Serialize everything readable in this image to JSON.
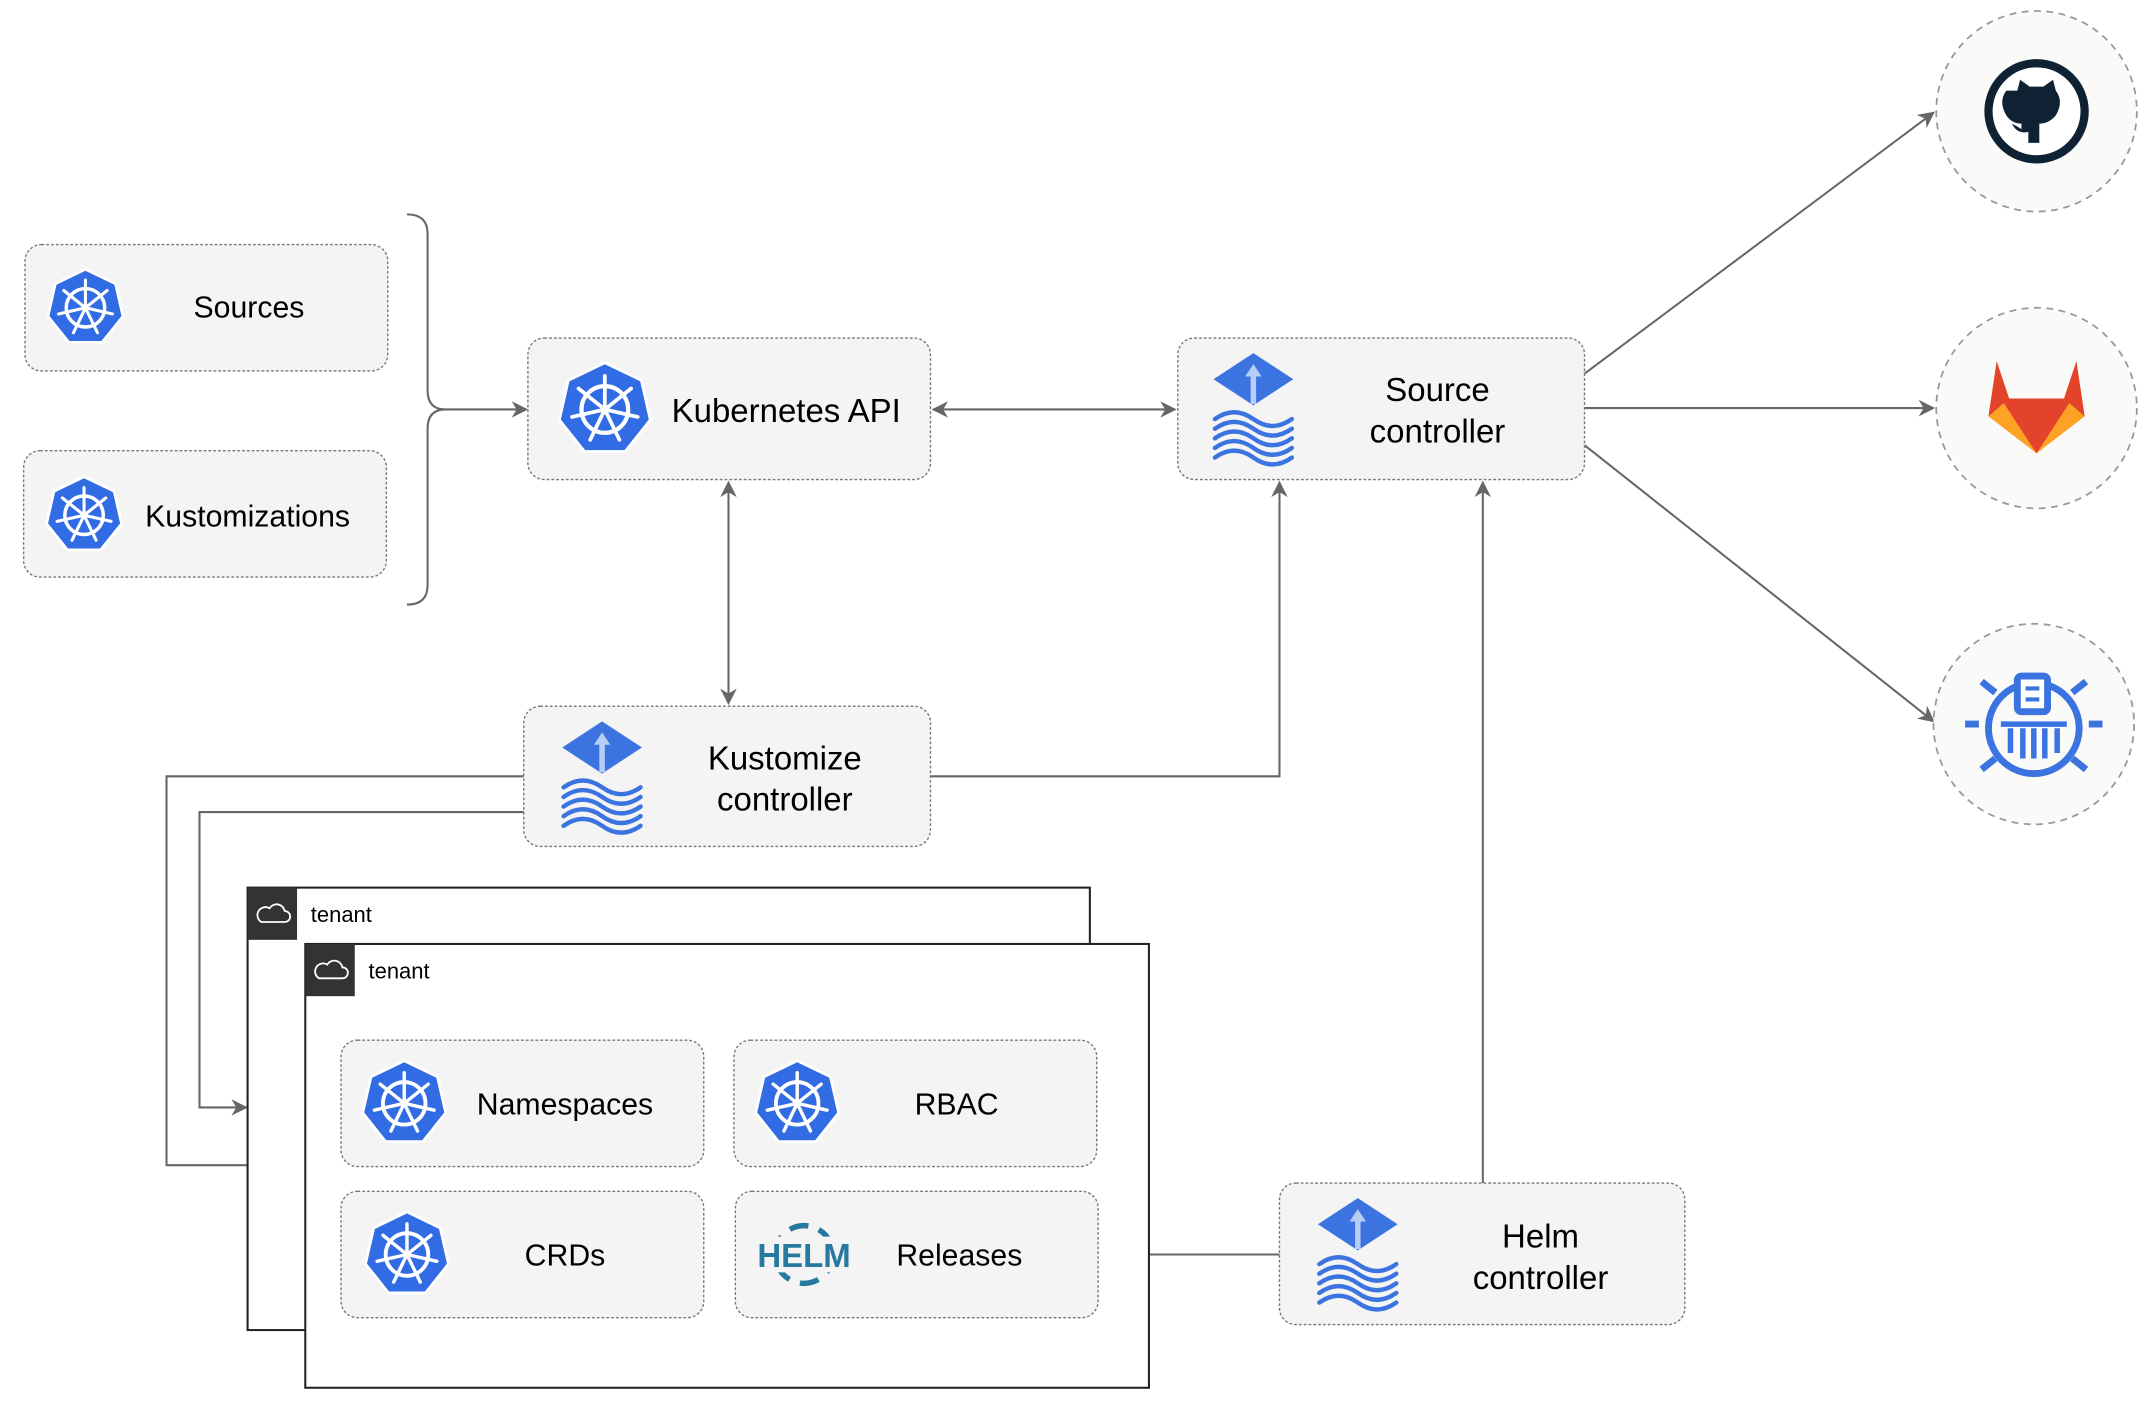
{
  "nodes": {
    "sources": "Sources",
    "kustomizations": "Kustomizations",
    "kubernetes_api": "Kubernetes API",
    "source_controller": [
      "Source",
      "controller"
    ],
    "kustomize_controller": [
      "Kustomize",
      "controller"
    ],
    "helm_controller": [
      "Helm",
      "controller"
    ],
    "namespaces": "Namespaces",
    "rbac": "RBAC",
    "crds": "CRDs",
    "releases": "Releases",
    "helm_logo_text": "HELM"
  },
  "tenants": [
    "tenant",
    "tenant"
  ],
  "external_sources": [
    {
      "name": "github-icon",
      "color": "#0f2233"
    },
    {
      "name": "gitlab-icon",
      "color": "#e2432a"
    },
    {
      "name": "harbor-bucket-icon",
      "color": "#3b73e0"
    }
  ],
  "colors": {
    "kubernetes_blue": "#326ce5",
    "flux_blue": "#3b73e0",
    "helm_blue": "#277a9f",
    "edge": "#666666",
    "box_fill": "#f4f4f4",
    "tenant_header": "#333333"
  }
}
